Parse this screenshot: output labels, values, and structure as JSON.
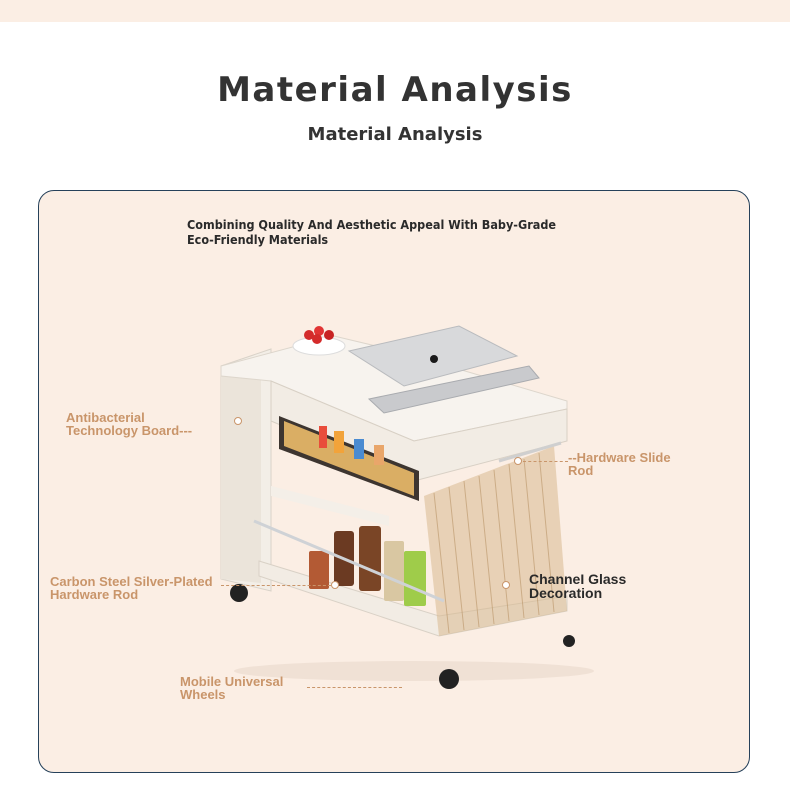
{
  "header": {
    "title": "Material Analysis",
    "subtitle": "Material Analysis"
  },
  "panel": {
    "intro_line1": "Combining Quality And Aesthetic Appeal With Baby-Grade",
    "intro_line2": "Eco-Friendly Materials"
  },
  "callouts": {
    "antibacterial_line1": "Antibacterial",
    "antibacterial_line2": "Technology Board---",
    "hardware_slide_line1": "--Hardware Slide",
    "hardware_slide_line2": "Rod",
    "carbon_line1": "Carbon Steel Silver-Plated",
    "carbon_line2": "Hardware Rod",
    "glass_line1": "ChanneI Glass",
    "glass_line2": "Decoration",
    "wheels_line1": "Mobile Universal",
    "wheels_line2": "Wheels"
  },
  "colors": {
    "accent": "#c9956a",
    "panel_bg": "#fbeee4",
    "panel_border": "#26415a",
    "title": "#333333"
  }
}
